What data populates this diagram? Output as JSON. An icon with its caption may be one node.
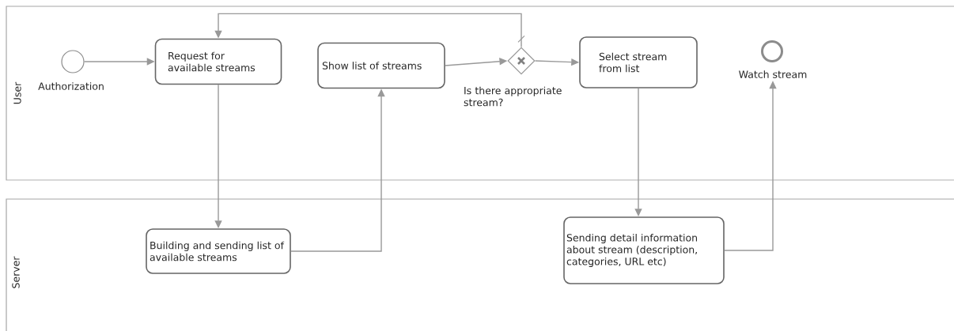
{
  "diagram": {
    "nodes": [
      {
        "text": [
          "User"
        ]
      },
      {
        "text": [
          "Server"
        ]
      },
      {
        "text": [
          "Authorization"
        ],
        "in": 0
      },
      {
        "text": [
          "Request for available streams"
        ],
        "in": 0
      },
      {
        "text": [
          "Show list of streams"
        ],
        "in": 0
      },
      {
        "text": [
          "Is there appropriate stream?"
        ],
        "in": 0
      },
      {
        "text": [
          "Select stream from list"
        ],
        "in": 0
      },
      {
        "text": [
          "Watch stream"
        ],
        "in": 0
      },
      {
        "text": [
          "Building and sending list of available streams"
        ],
        "in": 1
      },
      {
        "text": [
          "Sending detail information about stream (description, categories, URL etc)"
        ],
        "in": 1
      }
    ],
    "edges": [
      {
        "from": 2,
        "to": 3,
        "arrow": "to"
      },
      {
        "from": 3,
        "to": 8,
        "arrow": "to"
      },
      {
        "from": 8,
        "to": 4,
        "arrow": "to"
      },
      {
        "from": 4,
        "to": 5,
        "arrow": "to"
      },
      {
        "from": 5,
        "to": 6,
        "arrow": "to"
      },
      {
        "from": 5,
        "to": 3,
        "arrow": "to"
      },
      {
        "from": 6,
        "to": 9,
        "arrow": "to"
      },
      {
        "from": 9,
        "to": 7,
        "arrow": "to"
      }
    ]
  }
}
